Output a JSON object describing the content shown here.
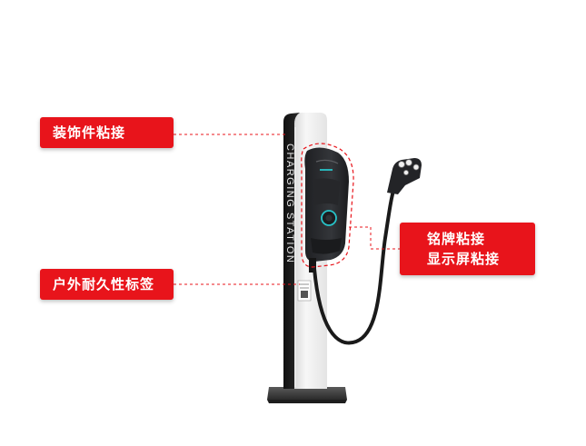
{
  "labels": {
    "decorative_adhesive": "装饰件粘接",
    "outdoor_label": "户外耐久性标签",
    "nameplate_adhesive": "铭牌粘接",
    "display_adhesive": "显示屏粘接"
  },
  "product": {
    "pillar_text": "CHARGING STATION"
  },
  "colors": {
    "label_bg": "#e8141b",
    "label_text": "#ffffff",
    "pillar_white": "#f2f2f2",
    "pillar_black": "#1c1c1c",
    "charger_body": "#2a2b2e",
    "accent_teal": "#27c3c8"
  }
}
